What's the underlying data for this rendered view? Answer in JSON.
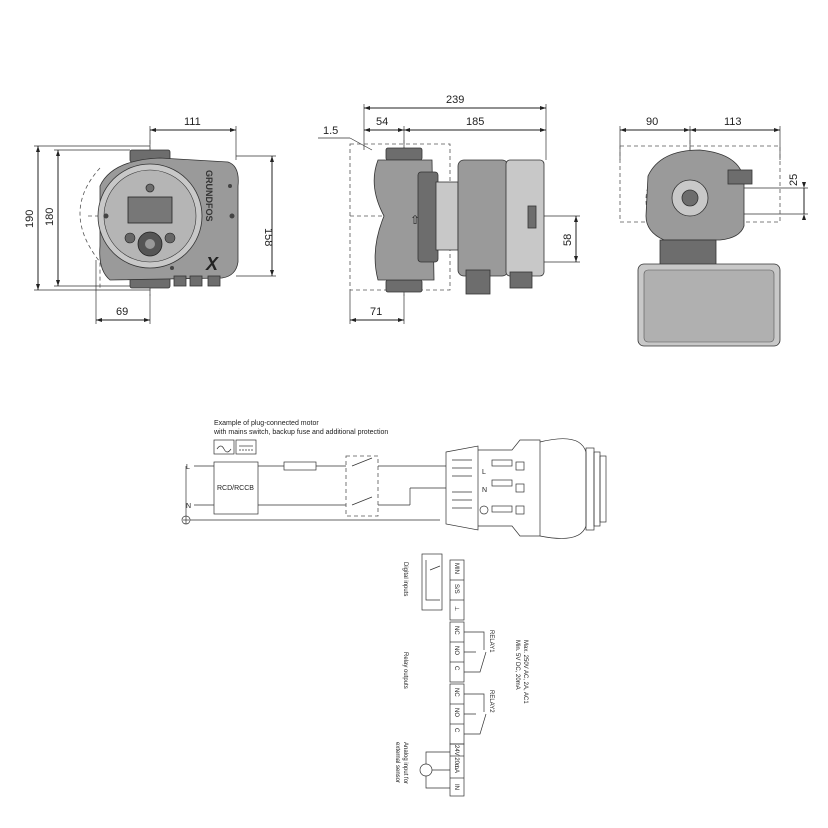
{
  "dimensions": {
    "front_width_right": "111",
    "front_height_outer": "190",
    "front_height_inner": "180",
    "front_height_right": "158",
    "front_width_left": "69",
    "side_total": "239",
    "side_offset": "1.5",
    "side_left": "54",
    "side_right": "185",
    "side_height": "58",
    "side_bottom": "71",
    "top_left": "90",
    "top_right": "113",
    "top_offset": "25"
  },
  "wiring": {
    "caption_line1": "Example of plug-connected motor",
    "caption_line2": "with mains switch, backup fuse and additional protection",
    "rcd_label": "RCD/RCCB",
    "label_L": "L",
    "label_N": "N",
    "plug_L": "L",
    "plug_N": "N"
  },
  "terminals": {
    "digital_inputs_label": "Digital inputs",
    "digital_cells": [
      "MIN",
      "S/S",
      "⊥"
    ],
    "relay_outputs_label": "Relay outputs",
    "relay1_cells": [
      "NC",
      "NO",
      "C"
    ],
    "relay1_label": "RELAY1",
    "relay2_cells": [
      "NC",
      "NO",
      "C"
    ],
    "relay2_label": "RELAY2",
    "relay_spec_line1": "Max. 250V AC, 2A, AC1",
    "relay_spec_line2": "Min. 5V DC, 20mA",
    "analog_label_line1": "Analog input for",
    "analog_label_line2": "external sensor",
    "analog_cells": [
      "24V 20mA",
      "⊥",
      "IN"
    ]
  },
  "brand_text": "GRUNDFOS",
  "model_mark": "X"
}
